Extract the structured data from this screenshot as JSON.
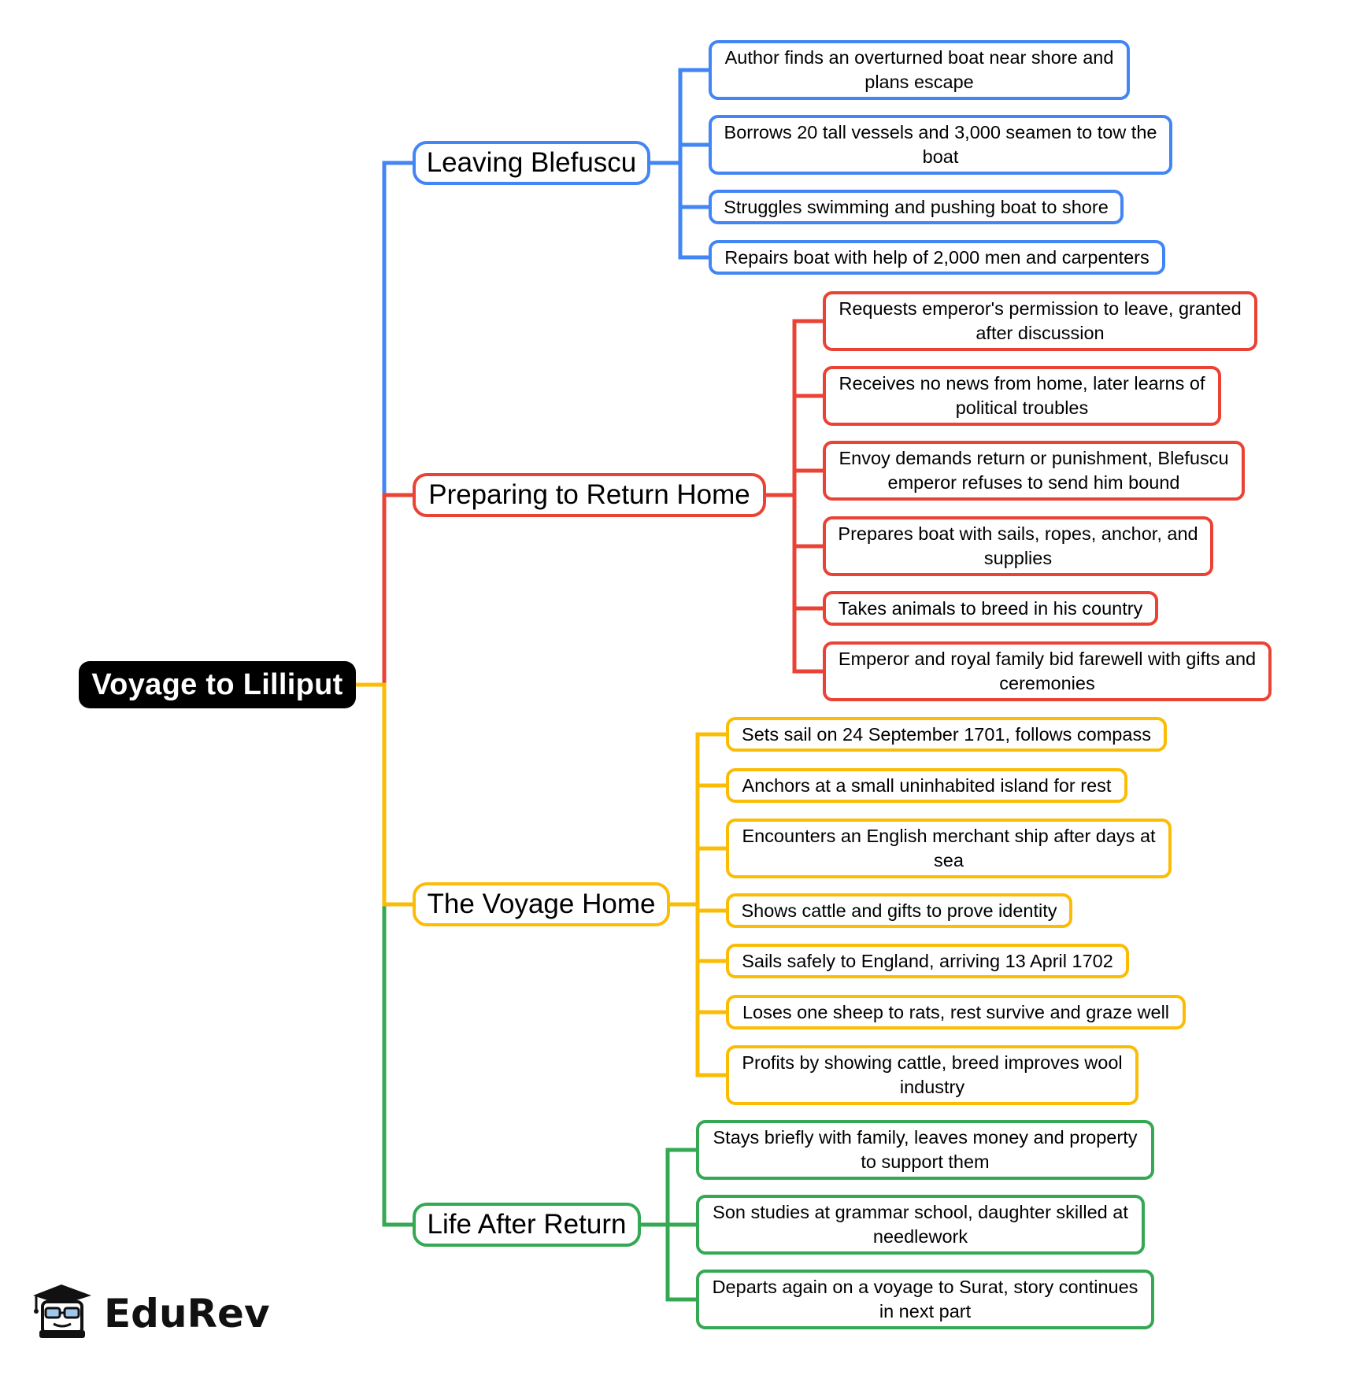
{
  "root": {
    "label": "Voyage to Lilliput"
  },
  "branches": [
    {
      "label": "Leaving Blefuscu",
      "color": "#4285f4",
      "items": [
        "Author finds an overturned boat near shore and plans escape",
        "Borrows 20 tall vessels and 3,000 seamen to tow the boat",
        "Struggles swimming and pushing boat to shore",
        "Repairs boat with help of 2,000 men and carpenters"
      ]
    },
    {
      "label": "Preparing to Return Home",
      "color": "#ea4335",
      "items": [
        "Requests emperor's permission to leave, granted after discussion",
        "Receives no news from home, later learns of political troubles",
        "Envoy demands return or punishment, Blefuscu emperor refuses to send him bound",
        "Prepares boat with sails, ropes, anchor, and supplies",
        "Takes animals to breed in his country",
        "Emperor and royal family bid farewell with gifts and ceremonies"
      ]
    },
    {
      "label": "The Voyage Home",
      "color": "#fbbc05",
      "items": [
        "Sets sail on 24 September 1701, follows compass",
        "Anchors at a small uninhabited island for rest",
        "Encounters an English merchant ship after days at sea",
        "Shows cattle and gifts to prove identity",
        "Sails safely to England, arriving 13 April 1702",
        "Loses one sheep to rats, rest survive and graze well",
        "Profits by showing cattle, breed improves wool industry"
      ]
    },
    {
      "label": "Life After Return",
      "color": "#34a853",
      "items": [
        "Stays briefly with family, leaves money and property to support them",
        "Son studies at grammar school, daughter skilled at needlework",
        "Departs again on a voyage to Surat, story continues in next part"
      ]
    }
  ],
  "logo": {
    "text": "EduRev"
  }
}
